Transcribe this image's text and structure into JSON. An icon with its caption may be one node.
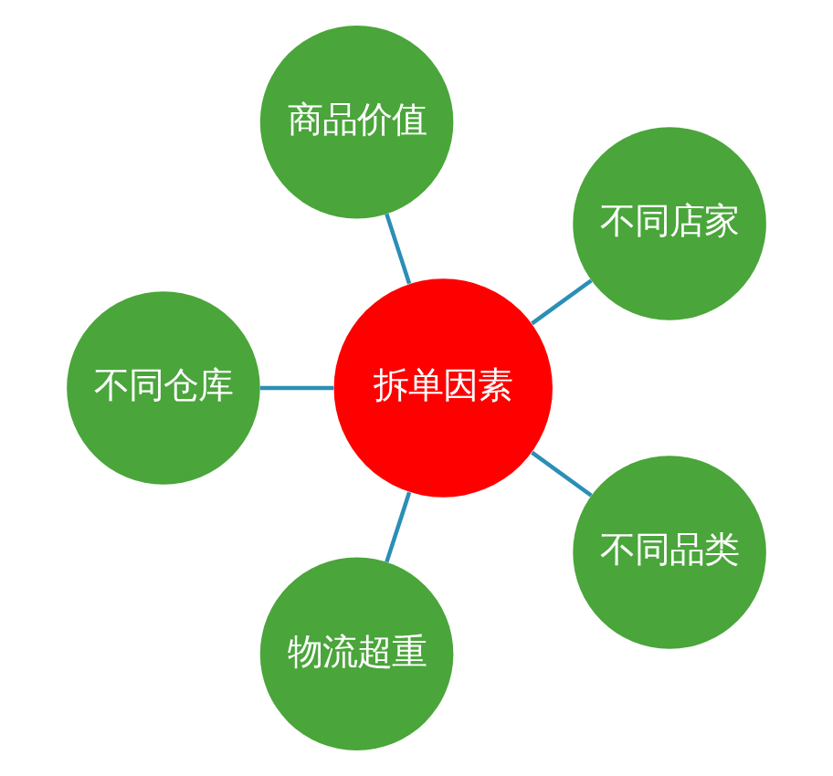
{
  "diagram": {
    "nodes": [
      {
        "text": [
          "不同店家"
        ]
      },
      {
        "text": [
          "商品价值"
        ]
      },
      {
        "text": [
          "拆单因素"
        ]
      },
      {
        "text": [
          "不同仓库"
        ]
      },
      {
        "text": [
          "物流超重"
        ]
      },
      {
        "text": [
          "不同品类"
        ]
      }
    ],
    "edges": [
      {
        "from": 2,
        "to": 0,
        "arrow": "none"
      },
      {
        "from": 2,
        "to": 1,
        "arrow": "none"
      },
      {
        "from": 2,
        "to": 3,
        "arrow": "none"
      },
      {
        "from": 2,
        "to": 4,
        "arrow": "none"
      },
      {
        "from": 2,
        "to": 5,
        "arrow": "none"
      }
    ]
  }
}
